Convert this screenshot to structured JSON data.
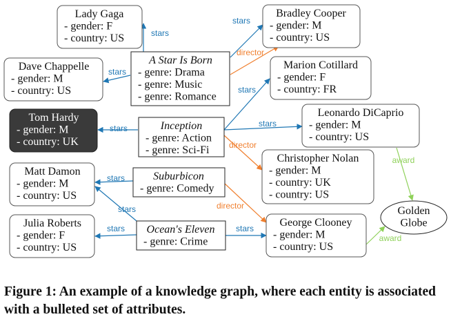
{
  "colors": {
    "stars": "#1f77b4",
    "director": "#f07f2e",
    "award": "#8fd15a",
    "dark_node": "#3a3a3a"
  },
  "nodes": {
    "lady_gaga": [
      "Lady Gaga",
      "- gender: F",
      "- country: US"
    ],
    "bradley_cooper": [
      "Bradley Cooper",
      "- gender: M",
      "- country: US"
    ],
    "dave_chappelle": [
      "Dave Chappelle",
      "- gender: M",
      "- country: US"
    ],
    "a_star_is_born": [
      "A Star Is Born",
      "- genre: Drama",
      "- genre: Music",
      "- genre: Romance"
    ],
    "marion_cotillard": [
      "Marion Cotillard",
      "- gender: F",
      "- country: FR"
    ],
    "tom_hardy": [
      "Tom Hardy",
      "- gender: M",
      "- country: UK"
    ],
    "inception": [
      "Inception",
      "- genre: Action",
      "- genre: Sci-Fi"
    ],
    "leonardo_dicaprio": [
      "Leonardo DiCaprio",
      "- gender: M",
      "- country: US"
    ],
    "christopher_nolan": [
      "Christopher Nolan",
      "- gender: M",
      "- country: UK",
      "- country: US"
    ],
    "matt_damon": [
      "Matt Damon",
      "- gender: M",
      "- country: US"
    ],
    "suburbicon": [
      "Suburbicon",
      "- genre: Comedy"
    ],
    "golden_globe": [
      "Golden",
      "Globe"
    ],
    "julia_roberts": [
      "Julia Roberts",
      "- gender: F",
      "- country: US"
    ],
    "oceans_eleven": [
      "Ocean's Eleven",
      "- genre: Crime"
    ],
    "george_clooney": [
      "George Clooney",
      "- gender: M",
      "- country: US"
    ]
  },
  "edges": [
    {
      "from": "a_star_is_born",
      "to": "lady_gaga",
      "label": "stars"
    },
    {
      "from": "a_star_is_born",
      "to": "bradley_cooper",
      "label": "stars"
    },
    {
      "from": "a_star_is_born",
      "to": "bradley_cooper",
      "label": "director"
    },
    {
      "from": "a_star_is_born",
      "to": "dave_chappelle",
      "label": "stars"
    },
    {
      "from": "inception",
      "to": "marion_cotillard",
      "label": "stars"
    },
    {
      "from": "inception",
      "to": "tom_hardy",
      "label": "stars"
    },
    {
      "from": "inception",
      "to": "leonardo_dicaprio",
      "label": "stars"
    },
    {
      "from": "inception",
      "to": "christopher_nolan",
      "label": "director"
    },
    {
      "from": "suburbicon",
      "to": "matt_damon",
      "label": "stars"
    },
    {
      "from": "suburbicon",
      "to": "george_clooney",
      "label": "director"
    },
    {
      "from": "oceans_eleven",
      "to": "matt_damon",
      "label": "stars"
    },
    {
      "from": "oceans_eleven",
      "to": "julia_roberts",
      "label": "stars"
    },
    {
      "from": "oceans_eleven",
      "to": "george_clooney",
      "label": "stars"
    },
    {
      "from": "leonardo_dicaprio",
      "to": "golden_globe",
      "label": "award"
    },
    {
      "from": "george_clooney",
      "to": "golden_globe",
      "label": "award"
    }
  ],
  "caption": "Figure 1: An example of a knowledge graph, where each entity is associated with a bulleted set of attributes."
}
